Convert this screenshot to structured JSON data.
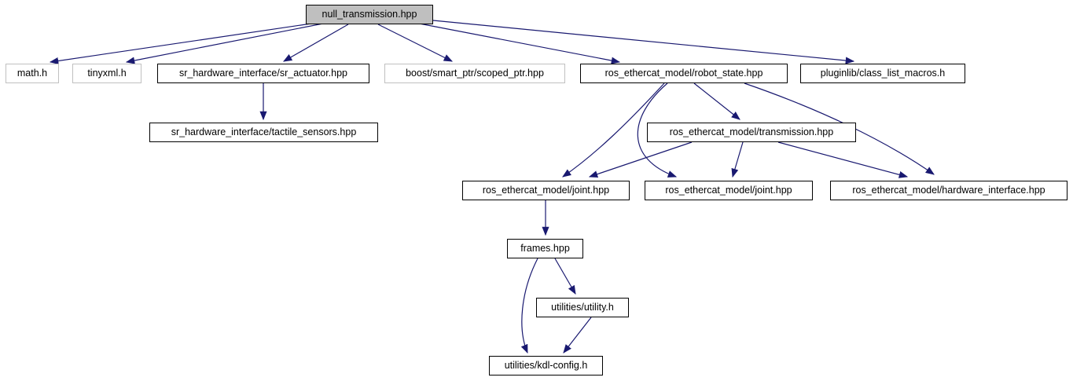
{
  "diagram": {
    "kind": "doxygen-include-dependency-graph",
    "root_file": "null_transmission.hpp",
    "colors": {
      "edge": "#191970",
      "root_fill": "#bfbfbf",
      "node_fill": "#ffffff",
      "node_border": "#000000",
      "external_node_border": "#c0c0c0",
      "text": "#000000",
      "background": "#ffffff"
    },
    "nodes": [
      {
        "id": "null_transmission",
        "label": "null_transmission.hpp",
        "kind": "root"
      },
      {
        "id": "math",
        "label": "math.h",
        "kind": "external"
      },
      {
        "id": "tinyxml",
        "label": "tinyxml.h",
        "kind": "external"
      },
      {
        "id": "sr_actuator",
        "label": "sr_hardware_interface/sr_actuator.hpp",
        "kind": "internal"
      },
      {
        "id": "scoped_ptr",
        "label": "boost/smart_ptr/scoped_ptr.hpp",
        "kind": "external"
      },
      {
        "id": "robot_state",
        "label": "ros_ethercat_model/robot_state.hpp",
        "kind": "internal"
      },
      {
        "id": "pluginlib",
        "label": "pluginlib/class_list_macros.h",
        "kind": "internal"
      },
      {
        "id": "tactile_sensors",
        "label": "sr_hardware_interface/tactile_sensors.hpp",
        "kind": "internal"
      },
      {
        "id": "transmission",
        "label": "ros_ethercat_model/transmission.hpp",
        "kind": "internal"
      },
      {
        "id": "joint_a",
        "label": "ros_ethercat_model/joint.hpp",
        "kind": "internal"
      },
      {
        "id": "joint_b",
        "label": "ros_ethercat_model/joint.hpp",
        "kind": "internal"
      },
      {
        "id": "hardware_interface",
        "label": "ros_ethercat_model/hardware_interface.hpp",
        "kind": "internal"
      },
      {
        "id": "frames",
        "label": "frames.hpp",
        "kind": "internal"
      },
      {
        "id": "utility",
        "label": "utilities/utility.h",
        "kind": "internal"
      },
      {
        "id": "kdl_config",
        "label": "utilities/kdl-config.h",
        "kind": "internal"
      }
    ],
    "edges": [
      {
        "from": "null_transmission",
        "to": "math"
      },
      {
        "from": "null_transmission",
        "to": "tinyxml"
      },
      {
        "from": "null_transmission",
        "to": "sr_actuator"
      },
      {
        "from": "null_transmission",
        "to": "scoped_ptr"
      },
      {
        "from": "null_transmission",
        "to": "robot_state"
      },
      {
        "from": "null_transmission",
        "to": "pluginlib"
      },
      {
        "from": "sr_actuator",
        "to": "tactile_sensors"
      },
      {
        "from": "robot_state",
        "to": "transmission"
      },
      {
        "from": "robot_state",
        "to": "joint_a"
      },
      {
        "from": "robot_state",
        "to": "joint_b"
      },
      {
        "from": "robot_state",
        "to": "hardware_interface"
      },
      {
        "from": "transmission",
        "to": "joint_a"
      },
      {
        "from": "transmission",
        "to": "joint_b"
      },
      {
        "from": "transmission",
        "to": "hardware_interface"
      },
      {
        "from": "joint_a",
        "to": "frames"
      },
      {
        "from": "frames",
        "to": "utility"
      },
      {
        "from": "frames",
        "to": "kdl_config"
      },
      {
        "from": "utility",
        "to": "kdl_config"
      }
    ]
  }
}
